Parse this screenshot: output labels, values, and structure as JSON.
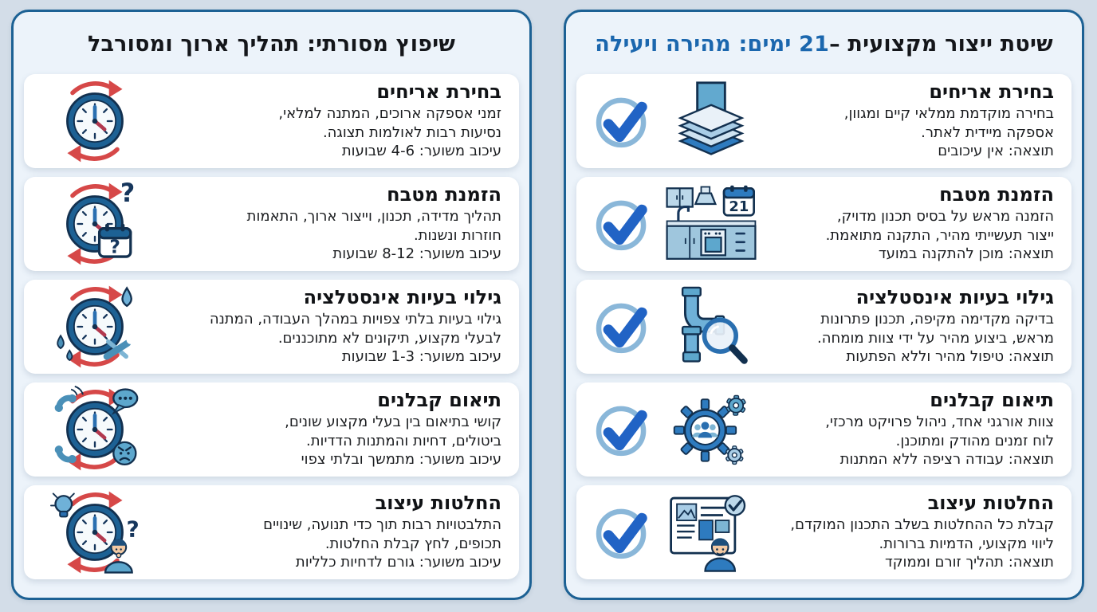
{
  "colors": {
    "accent_blue": "#1b67ae",
    "panel_border": "#1c6194",
    "check_blue": "#2163c5",
    "alert_red": "#d64848"
  },
  "icon_glyphs": {
    "question_mark": "?",
    "calendar_number": "21"
  },
  "left_panel": {
    "title": "שיפוץ מסורתי: תהליך ארוך ומסורבל",
    "cards": [
      {
        "title": "בחירת אריחים",
        "lines": [
          "זמני אספקה ארוכים, המתנה למלאי,",
          "נסיעות רבות לאולמות תצוגה.",
          "עיכוב משוער: 4-6 שבועות"
        ],
        "icon": "clock-cycle-icon"
      },
      {
        "title": "הזמנת מטבח",
        "lines": [
          "תהליך מדידה, תכנון, וייצור ארוך, התאמות",
          "חוזרות ונשנות.",
          "עיכוב משוער: 8-12 שבועות"
        ],
        "icon": "clock-calendar-question-icon"
      },
      {
        "title": "גילוי בעיות אינסטלציה",
        "lines": [
          "גילוי בעיות בלתי צפויות במהלך העבודה, המתנה",
          "לבעלי מקצוע, תיקונים לא מתוכננים.",
          "עיכוב משוער: 1-3 שבועות"
        ],
        "icon": "clock-leak-tools-icon"
      },
      {
        "title": "תיאום קבלנים",
        "lines": [
          "קושי בתיאום בין בעלי מקצוע שונים,",
          "ביטולים, דחיות והמתנות הדדיות.",
          "עיכוב משוער: מתמשך ובלתי צפוי"
        ],
        "icon": "clock-phones-conflict-icon"
      },
      {
        "title": "החלטות עיצוב",
        "lines": [
          "התלבטויות רבות תוך כדי תנועה, שינויים",
          "תכופים, לחץ קבלת החלטות.",
          "עיכוב משוער: גורם לדחיות כלליות"
        ],
        "icon": "clock-decision-person-icon"
      }
    ]
  },
  "right_panel": {
    "title_prefix": "שיטת ייצור מקצועית – ",
    "title_highlight": "21 ימים: מהירה ויעילה",
    "cards": [
      {
        "title": "בחירת אריחים",
        "lines": [
          "בחירה מוקדמת ממלאי קיים ומגוון,",
          "אספקה מיידית לאתר.",
          "תוצאה: אין עיכובים"
        ],
        "icon": "tiles-stack-icon",
        "check_icon": "check-circle-icon"
      },
      {
        "title": "הזמנת מטבח",
        "lines": [
          "הזמנה מראש על בסיס תכנון מדויק,",
          "ייצור תעשייתי מהיר, התקנה מתואמת.",
          "תוצאה: מוכן להתקנה במועד"
        ],
        "icon": "kitchen-calendar-icon",
        "check_icon": "check-circle-icon"
      },
      {
        "title": "גילוי בעיות אינסטלציה",
        "lines": [
          "בדיקה מקדימה מקיפה, תכנון פתרונות",
          "מראש, ביצוע מהיר על ידי צוות מומחה.",
          "תוצאה: טיפול מהיר וללא הפתעות"
        ],
        "icon": "pipes-magnifier-icon",
        "check_icon": "check-circle-icon"
      },
      {
        "title": "תיאום קבלנים",
        "lines": [
          "צוות אורגני אחד, ניהול פרויקט מרכזי,",
          "לוח זמנים מהודק ומתוכנן.",
          "תוצאה: עבודה רציפה ללא המתנות"
        ],
        "icon": "gears-team-icon",
        "check_icon": "check-circle-icon"
      },
      {
        "title": "החלטות עיצוב",
        "lines": [
          "קבלת כל ההחלטות בשלב התכנון המוקדם,",
          "ליווי מקצועי, הדמיות ברורות.",
          "תוצאה: תהליך זורם וממוקד"
        ],
        "icon": "design-review-icon",
        "check_icon": "check-circle-icon"
      }
    ]
  }
}
